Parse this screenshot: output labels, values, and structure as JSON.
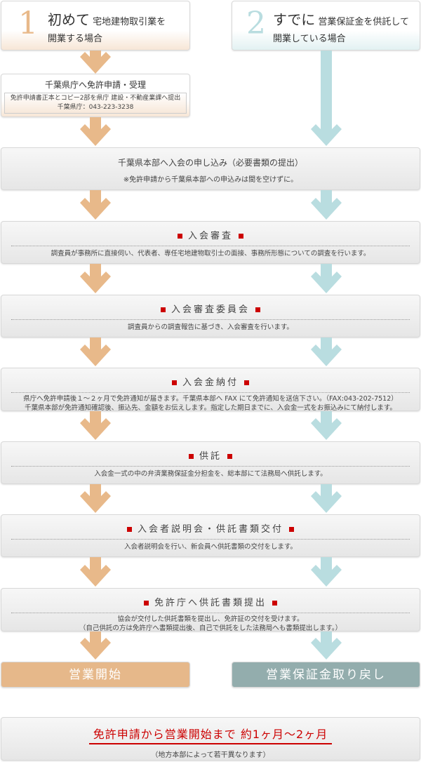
{
  "start_left": {
    "number": "1",
    "title_big": "初めて",
    "title_rest": "宅地建物取引業を",
    "title_line2": "開業する場合"
  },
  "start_right": {
    "number": "2",
    "title_big": "すでに",
    "title_rest": "営業保証金を供託して",
    "title_line2": "開業している場合"
  },
  "license_box": {
    "title": "千葉県庁へ免許申請・受理",
    "line1": "免許申請書正本とコピー2部を県庁 建設・不動産業課へ提出",
    "line2": "千葉県庁：043-223-3238"
  },
  "steps": [
    {
      "title": "千葉県本部へ入会の申し込み（必要書類の提出）",
      "desc": [
        "※免許申請から千葉県本部への申込みは間を空けずに。"
      ]
    },
    {
      "title": "入会審査",
      "desc": [
        "調査員が事務所に直接伺い、代表者、専任宅地建物取引士の面接、事務所形態についての調査を行います。"
      ]
    },
    {
      "title": "入会審査委員会",
      "desc": [
        "調査員からの調査報告に基づき、入会審査を行います。"
      ]
    },
    {
      "title": "入会金納付",
      "desc": [
        "県庁へ免許申請後１～２ヶ月で免許通知が届きます。千葉県本部へ FAX にて免許通知を送信下さい。（FAX:043-202-7512）",
        "千葉県本部が免許通知確認後、振込先、金額をお伝えします。指定した期日までに、入会金一式をお振込みにて納付します。"
      ]
    },
    {
      "title": "供託",
      "desc": [
        "入会金一式の中の弁済業務保証金分担金を、総本部にて法務局へ供託します。"
      ]
    },
    {
      "title": "入会者説明会・供託書類交付",
      "desc": [
        "入会者説明会を行い、新会員へ供託書類の交付をします。"
      ]
    },
    {
      "title": "免許庁へ供託書類提出",
      "desc": [
        "協会が交付した供託書類を提出し、免許証の交付を受けます。",
        "（自己供託の方は免許庁へ書類提出後、自己で供託をした法務局へも書類提出します。）"
      ]
    }
  ],
  "end_left": "営業開始",
  "end_right": "営業保証金取り戻し",
  "summary": {
    "headline": "免許申請から営業開始まで 約1ヶ月～2ヶ月",
    "note": "（地方本部によって若干異なります）"
  },
  "colors": {
    "orange": "#e8b98a",
    "teal": "#b9dde0",
    "red": "#cc0000",
    "end_left": "#e6b88a",
    "end_right": "#93adad"
  }
}
